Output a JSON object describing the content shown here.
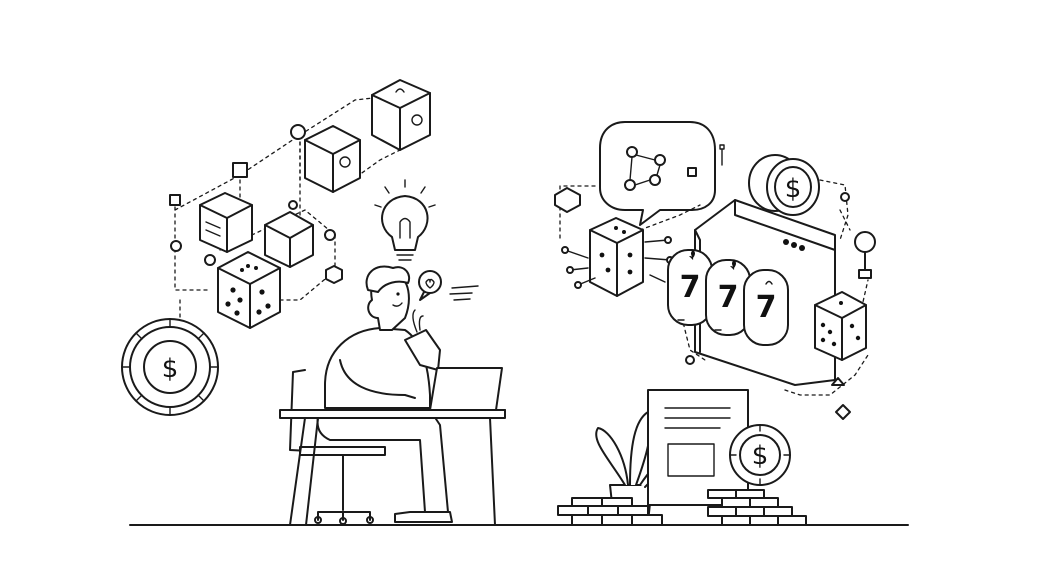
{
  "illustration": {
    "slot_reels": [
      "7",
      "7",
      "7"
    ],
    "coin_symbol": "$",
    "colors": {
      "line": "#1a1a1a",
      "background": "#ffffff"
    }
  }
}
